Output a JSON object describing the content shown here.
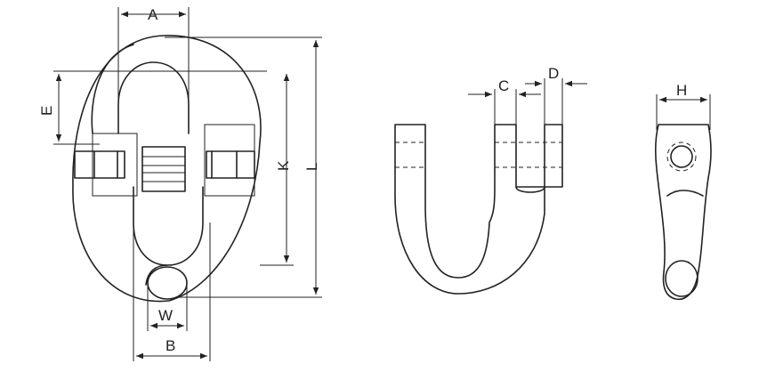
{
  "dimension_labels": {
    "A": "A",
    "B": "B",
    "E": "E",
    "K": "K",
    "L": "L",
    "W": "W",
    "C": "C",
    "D": "D",
    "H": "H"
  }
}
